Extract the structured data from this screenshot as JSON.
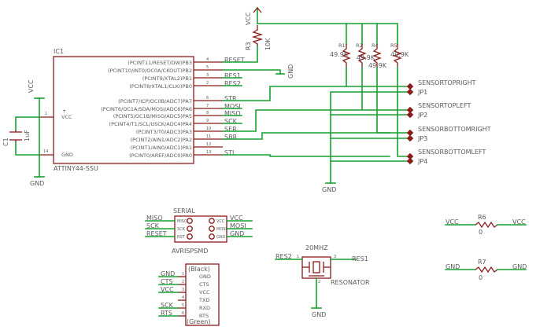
{
  "ic1": {
    "name": "IC1",
    "value": "ATTINY44-SSU",
    "plus": "+",
    "left_pins": [
      {
        "num": "1",
        "label": "VCC"
      },
      {
        "num": "14",
        "label": "GND"
      }
    ],
    "right_pins": [
      {
        "num": "4",
        "label": "(PCINT11/RESET/DW)PB3"
      },
      {
        "num": "5",
        "label": "(PCINT10/INT0/OC0A/CKOUT)PB2"
      },
      {
        "num": "3",
        "label": "(PCINT9/XTAL2)PB1"
      },
      {
        "num": "2",
        "label": "(PCINT8/XTAL1/CLKI)PB0"
      },
      {
        "num": "6",
        "label": "(PCINT7/ICP/OC0B/ADC7)PA7"
      },
      {
        "num": "7",
        "label": "(PCINT6/OC1A/SDA/MOSI/ADC6)PA6"
      },
      {
        "num": "8",
        "label": "(PCINT5/OC1B/MISO/ADC5)PA5"
      },
      {
        "num": "9",
        "label": "(PCINT4/T1/SCL/USCK/ADC4)PA4"
      },
      {
        "num": "10",
        "label": "(PCINT3/T0/ADC3)PA3"
      },
      {
        "num": "11",
        "label": "(PCINT2/AIN1/ADC2)PA2"
      },
      {
        "num": "12",
        "label": "(PCINT1/AIN0/ADC1)PA1"
      },
      {
        "num": "13",
        "label": "(PCINT0/AREF/ADC0)PA0"
      }
    ]
  },
  "nets": {
    "reset": "RESET",
    "res1": "RES1",
    "res2": "RES2",
    "str": "STR",
    "mosi": "MOSI",
    "miso": "MISO",
    "sck": "SCK",
    "ser": "SER",
    "sbr": "SBR",
    "stl": "STL"
  },
  "power": {
    "vcc": "VCC",
    "gnd": "GND"
  },
  "c1": {
    "name": "C1",
    "value": "1uF"
  },
  "r3": {
    "name": "R3",
    "value": "10K"
  },
  "pullups": [
    {
      "name": "R1",
      "value": "49.9K"
    },
    {
      "name": "R2",
      "value": "49.9K"
    },
    {
      "name": "R4",
      "value": "49.9K"
    },
    {
      "name": "R5",
      "value": "49.9K"
    }
  ],
  "sensors": [
    {
      "signal": "SENSORTOPRIGHT",
      "jumper": "JP1"
    },
    {
      "signal": "SENSORTOPLEFT",
      "jumper": "JP2"
    },
    {
      "signal": "SENSORBOTTOMRIGHT",
      "jumper": "JP3"
    },
    {
      "signal": "SENSORBOTTOMLEFT",
      "jumper": "JP4"
    }
  ],
  "isp": {
    "title": "SERIAL",
    "name": "AVRISPSMD",
    "inner_left": [
      "MISO",
      "SCK",
      "RST"
    ],
    "inner_right": [
      "VCC",
      "MOSI",
      "GND"
    ],
    "left_nets": [
      "MISO",
      "SCK",
      "RESET"
    ],
    "right_nets": [
      "VCC",
      "MOSI",
      "GND"
    ]
  },
  "ftdi": {
    "top": "(Black)",
    "bottom": "(Green)",
    "pins": [
      {
        "num": "1",
        "label": "GND"
      },
      {
        "num": "2",
        "label": "CTS"
      },
      {
        "num": "3",
        "label": "VCC"
      },
      {
        "num": "4",
        "label": "TXD"
      },
      {
        "num": "5",
        "label": "RXD"
      },
      {
        "num": "6",
        "label": "RTS"
      }
    ],
    "nets": [
      "GND",
      "CTS",
      "VCC",
      "SCK",
      "RTS"
    ]
  },
  "resonator": {
    "freq": "20MHZ",
    "name": "RESONATOR",
    "pin_left": "1",
    "pin_right": "3",
    "pin_bottom": "2"
  },
  "r6": {
    "name": "R6",
    "value": "0",
    "left_net": "VCC",
    "right_net": "VCC"
  },
  "r7": {
    "name": "R7",
    "value": "0",
    "left_net": "GND",
    "right_net": "GND"
  }
}
